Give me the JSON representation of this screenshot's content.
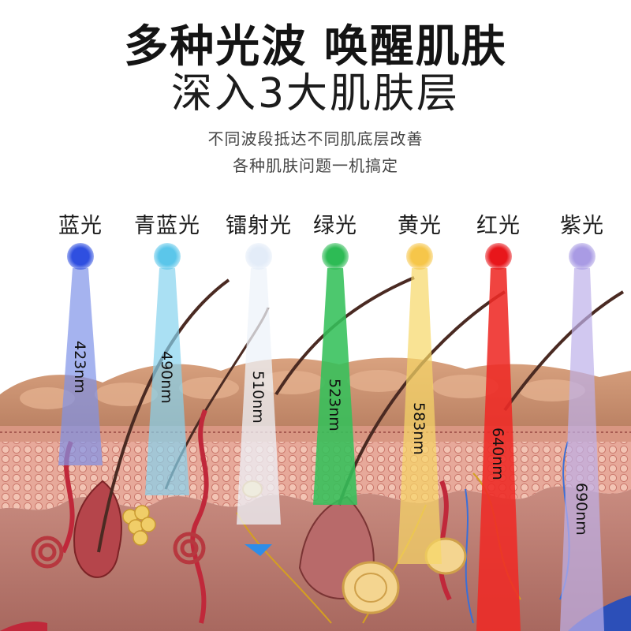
{
  "header": {
    "title_line1": "多种光波 唤醒肌肤",
    "title_line2": "深入3大肌肤层",
    "subtitle_line1": "不同波段抵达不同肌底层改善",
    "subtitle_line2": "各种肌肤问题一机搞定"
  },
  "lights": [
    {
      "label": "蓝光",
      "wavelength": "423nm",
      "color": "#2f4fe0",
      "beam": "#7f93e8"
    },
    {
      "label": "青蓝光",
      "wavelength": "490nm",
      "color": "#5bc6ea",
      "beam": "#86d3ee"
    },
    {
      "label": "镭射光",
      "wavelength": "510nm",
      "color": "#e3ecf8",
      "beam": "#eef3fa"
    },
    {
      "label": "绿光",
      "wavelength": "523nm",
      "color": "#2dbb55",
      "beam": "#34c05a"
    },
    {
      "label": "黄光",
      "wavelength": "583nm",
      "color": "#f6c64a",
      "beam": "#f7d767"
    },
    {
      "label": "红光",
      "wavelength": "640nm",
      "color": "#e8161b",
      "beam": "#ee2a25"
    },
    {
      "label": "紫光",
      "wavelength": "690nm",
      "color": "#a99be4",
      "beam": "#bdb1ea"
    }
  ]
}
